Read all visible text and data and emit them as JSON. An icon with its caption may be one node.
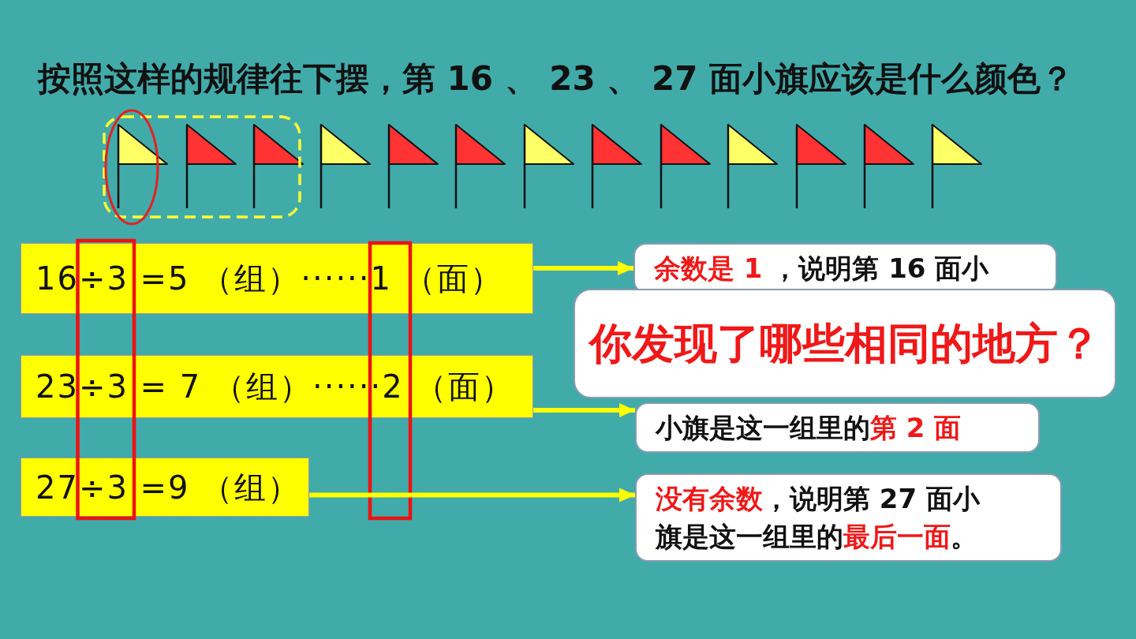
{
  "diagram": {
    "title": "按照这样的规律往下摆，第 16 、 23 、 27 面小旗应该是什么颜色？",
    "nodes": [
      {
        "text": [
          "16÷3 =5 （组）······1 （面）"
        ]
      },
      {
        "text": [
          "**余数是 1** ，说明第 16 面小"
        ]
      },
      {
        "text": [
          "你发现了哪些相同的地方？"
        ]
      },
      {
        "text": [
          "23÷3 = 7 （组）······2 （面）"
        ]
      },
      {
        "text": [
          "小旗是这一组里的**第 2 面**"
        ]
      },
      {
        "text": [
          "27÷3 =9 （组）"
        ]
      },
      {
        "text": [
          "**没有余数**，说明第 27 面小旗是这一组里的**最后一面**。"
        ]
      }
    ],
    "edges": [
      {
        "from": 0,
        "to": 1,
        "arrow": "to"
      },
      {
        "from": 3,
        "to": 4,
        "arrow": "to"
      },
      {
        "from": 5,
        "to": 6,
        "arrow": "to"
      }
    ]
  }
}
